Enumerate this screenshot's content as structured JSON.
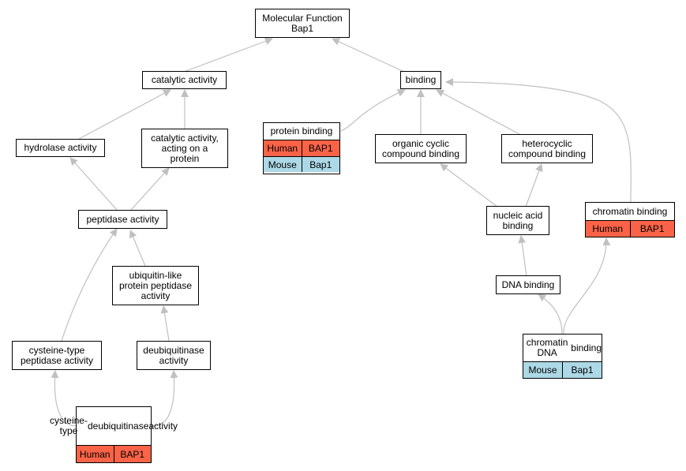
{
  "colors": {
    "human": "#fa6347",
    "mouse": "#add8e6",
    "edge": "#c0c0c0",
    "border": "#000000"
  },
  "nodes": {
    "root": {
      "label": "Molecular Function\nBap1"
    },
    "catalytic": {
      "label": "catalytic activity"
    },
    "binding": {
      "label": "binding"
    },
    "hydrolase": {
      "label": "hydrolase activity"
    },
    "cat_protein": {
      "label": "catalytic activity,\nacting on a\nprotein"
    },
    "peptidase": {
      "label": "peptidase activity"
    },
    "ubl": {
      "label": "ubiquitin-like\nprotein peptidase\nactivity"
    },
    "cys_pep": {
      "label": "cysteine-type\npeptidase activity"
    },
    "deub": {
      "label": "deubiquitinase\nactivity"
    },
    "cys_deub": {
      "label": "cysteine-type\ndeubiquitinase\nactivity",
      "rows": [
        {
          "species": "Human",
          "gene": "BAP1",
          "color": "human"
        }
      ]
    },
    "prot_bind": {
      "label": "protein binding",
      "rows": [
        {
          "species": "Human",
          "gene": "BAP1",
          "color": "human"
        },
        {
          "species": "Mouse",
          "gene": "Bap1",
          "color": "mouse"
        }
      ]
    },
    "org_cyc": {
      "label": "organic cyclic\ncompound binding"
    },
    "het_cyc": {
      "label": "heterocyclic\ncompound binding"
    },
    "nucleic": {
      "label": "nucleic acid\nbinding"
    },
    "chromatin": {
      "label": "chromatin binding",
      "rows": [
        {
          "species": "Human",
          "gene": "BAP1",
          "color": "human"
        }
      ]
    },
    "dna": {
      "label": "DNA binding"
    },
    "chrom_dna": {
      "label": "chromatin DNA\nbinding",
      "rows": [
        {
          "species": "Mouse",
          "gene": "Bap1",
          "color": "mouse"
        }
      ]
    }
  }
}
